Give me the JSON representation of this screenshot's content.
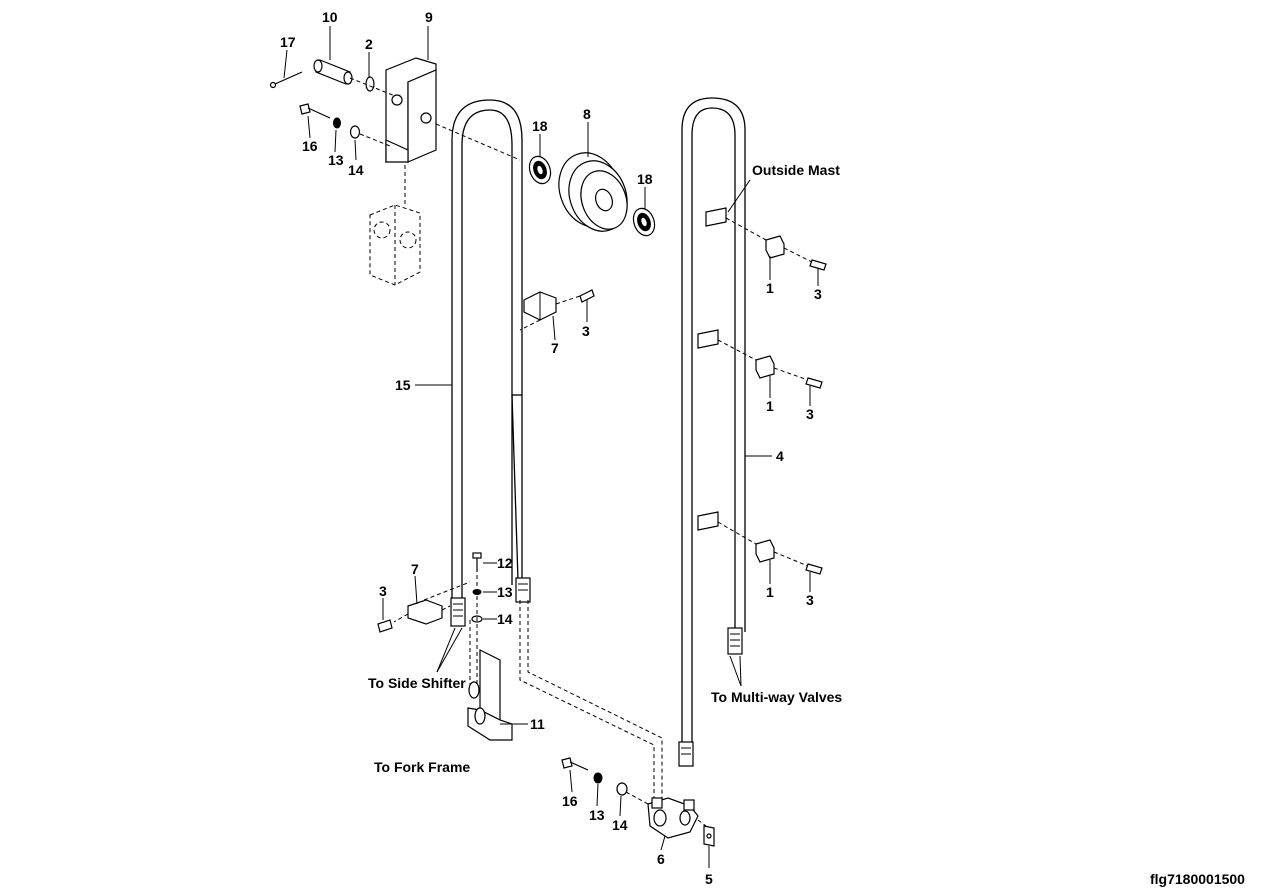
{
  "figure_id": "flg7180001500",
  "callouts": [
    {
      "id": "c17",
      "num": "17"
    },
    {
      "id": "c10",
      "num": "10"
    },
    {
      "id": "c2",
      "num": "2"
    },
    {
      "id": "c9",
      "num": "9"
    },
    {
      "id": "c16a",
      "num": "16"
    },
    {
      "id": "c13a",
      "num": "13"
    },
    {
      "id": "c14a",
      "num": "14"
    },
    {
      "id": "c18a",
      "num": "18"
    },
    {
      "id": "c8",
      "num": "8"
    },
    {
      "id": "c18b",
      "num": "18"
    },
    {
      "id": "c7a",
      "num": "7"
    },
    {
      "id": "c3a",
      "num": "3"
    },
    {
      "id": "c15",
      "num": "15"
    },
    {
      "id": "c1a",
      "num": "1"
    },
    {
      "id": "c3b",
      "num": "3"
    },
    {
      "id": "c1b",
      "num": "1"
    },
    {
      "id": "c3c",
      "num": "3"
    },
    {
      "id": "c4",
      "num": "4"
    },
    {
      "id": "c1c",
      "num": "1"
    },
    {
      "id": "c3d",
      "num": "3"
    },
    {
      "id": "c12",
      "num": "12"
    },
    {
      "id": "c13b",
      "num": "13"
    },
    {
      "id": "c14b",
      "num": "14"
    },
    {
      "id": "c3e",
      "num": "3"
    },
    {
      "id": "c7b",
      "num": "7"
    },
    {
      "id": "c11",
      "num": "11"
    },
    {
      "id": "c16b",
      "num": "16"
    },
    {
      "id": "c13c",
      "num": "13"
    },
    {
      "id": "c14c",
      "num": "14"
    },
    {
      "id": "c6",
      "num": "6"
    },
    {
      "id": "c5",
      "num": "5"
    }
  ],
  "notes": {
    "outside_mast": "Outside Mast",
    "side_shifter": "To Side Shifter",
    "multiway": "To Multi-way Valves",
    "fork_frame": "To Fork Frame"
  }
}
